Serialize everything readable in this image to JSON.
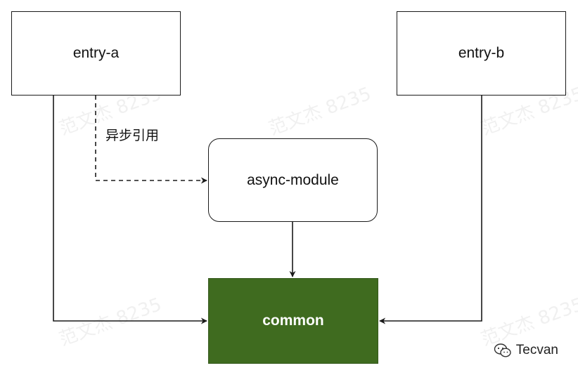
{
  "nodes": {
    "entry_a": "entry-a",
    "entry_b": "entry-b",
    "async_module": "async-module",
    "common": "common"
  },
  "edges": {
    "async_label": "异步引用"
  },
  "watermark": "范文杰 8235",
  "brand": {
    "icon": "wechat-icon",
    "name": "Tecvan"
  },
  "colors": {
    "common_fill": "#3f6b1f",
    "stroke": "#1a1a1a",
    "background": "#ffffff"
  }
}
